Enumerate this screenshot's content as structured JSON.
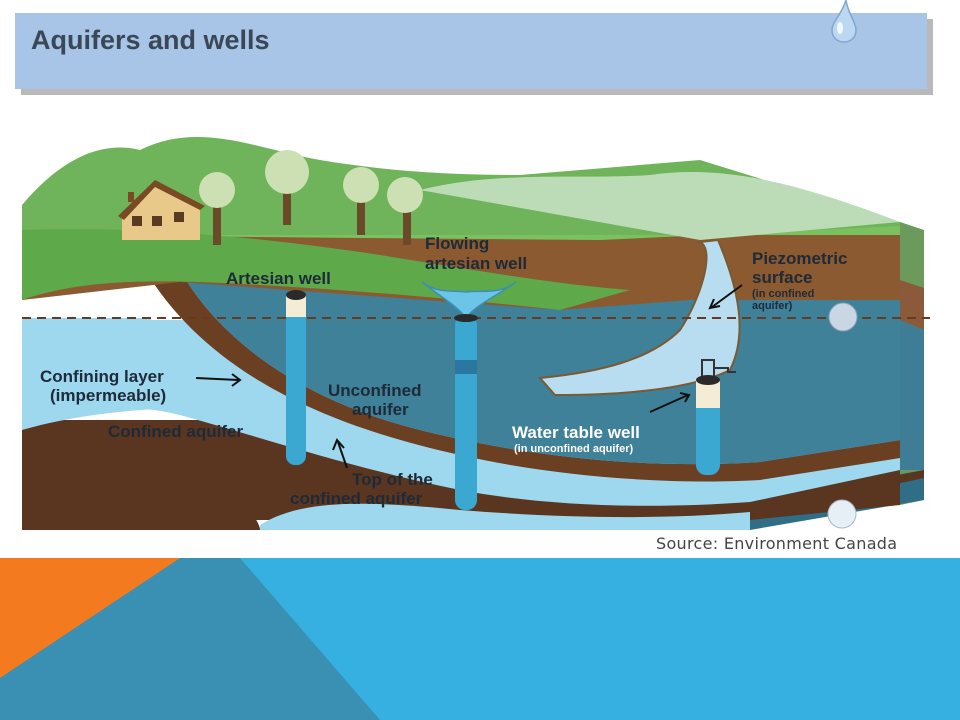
{
  "title": "Aquifers and wells",
  "source": "Source: Environment Canada",
  "labels": {
    "artesian_well": "Artesian well",
    "flowing_line1": "Flowing",
    "flowing_line2": "artesian well",
    "piezo_line1": "Piezometric",
    "piezo_line2": "surface",
    "piezo_line3": "(in confined",
    "piezo_line4": "aquifer)",
    "confining_line1": "Confining layer",
    "confining_line2": "(impermeable)",
    "confined_aquifer": "Confined aquifer",
    "unconfined_line1": "Unconfined",
    "unconfined_line2": "aquifer",
    "water_table_well": "Water table well",
    "water_table_sub": "(in unconfined aquifer)",
    "top_line1": "Top of the",
    "top_line2": "confined aquifer"
  },
  "colors": {
    "title_bar": "#a8c4e6",
    "footer_orange": "#f47a20",
    "footer_blue": "#36b0e0",
    "footer_steel": "#3a90b3"
  },
  "icons": [
    "water-drop-icon",
    "house-icon",
    "tree-icon"
  ]
}
